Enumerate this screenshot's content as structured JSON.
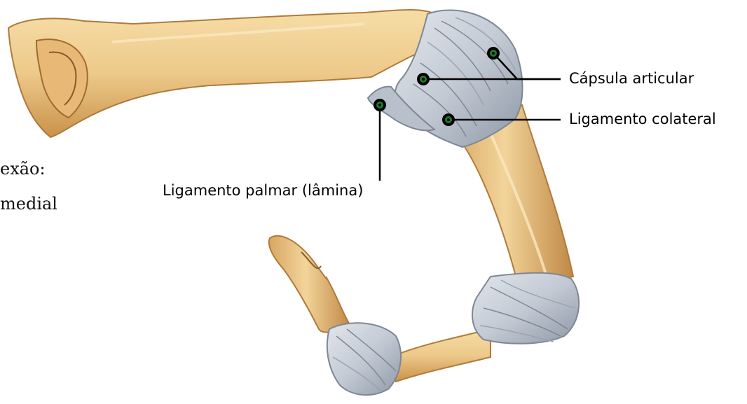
{
  "figure": {
    "caption_lines": [
      "exão:",
      "medial"
    ],
    "labels": {
      "capsule": "Cápsula articular",
      "collateral": "Ligamento colateral",
      "palmar": "Ligamento palmar (lâmina)"
    },
    "colors": {
      "bone_fill": "#EDC98A",
      "bone_shade": "#C9924A",
      "bone_dark": "#8A5A28",
      "ligament_fill": "#C7CDD6",
      "ligament_line": "#7E8796",
      "pointer": "#000000",
      "marker_fill": "#1E7A2E"
    }
  }
}
